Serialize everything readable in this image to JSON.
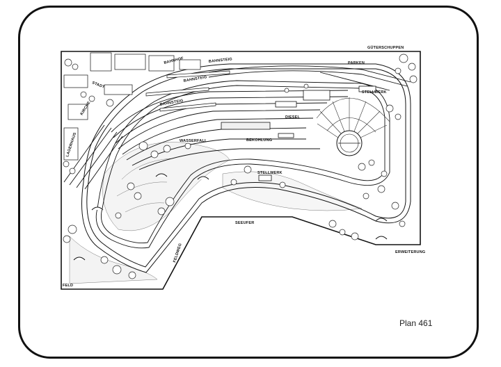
{
  "caption": "Plan 461",
  "labels": {
    "gueterschuppen": "GÜTERSCHUPPEN",
    "parken": "PARKEN",
    "bahnhof": "BAHNHOF",
    "bahnsteig_top": "BAHNSTEIG",
    "bahnsteig_mid": "BAHNSTEIG",
    "bahnsteig_low": "BAHNSTEIG",
    "stadt": "STADT",
    "kirche": "KIRCHE",
    "lagerhaus": "LAGERHAUS",
    "stellwerk_top": "STELLWERK",
    "diesel": "DIESEL",
    "bekohlung": "BEKOHLUNG",
    "wasserfall": "WASSERFALL",
    "stellwerk_mid": "STELLWERK",
    "seeufer": "SEEUFER",
    "feldweg": "FELDWEG",
    "feld": "FELD",
    "erweiterung": "ERWEITERUNG"
  }
}
